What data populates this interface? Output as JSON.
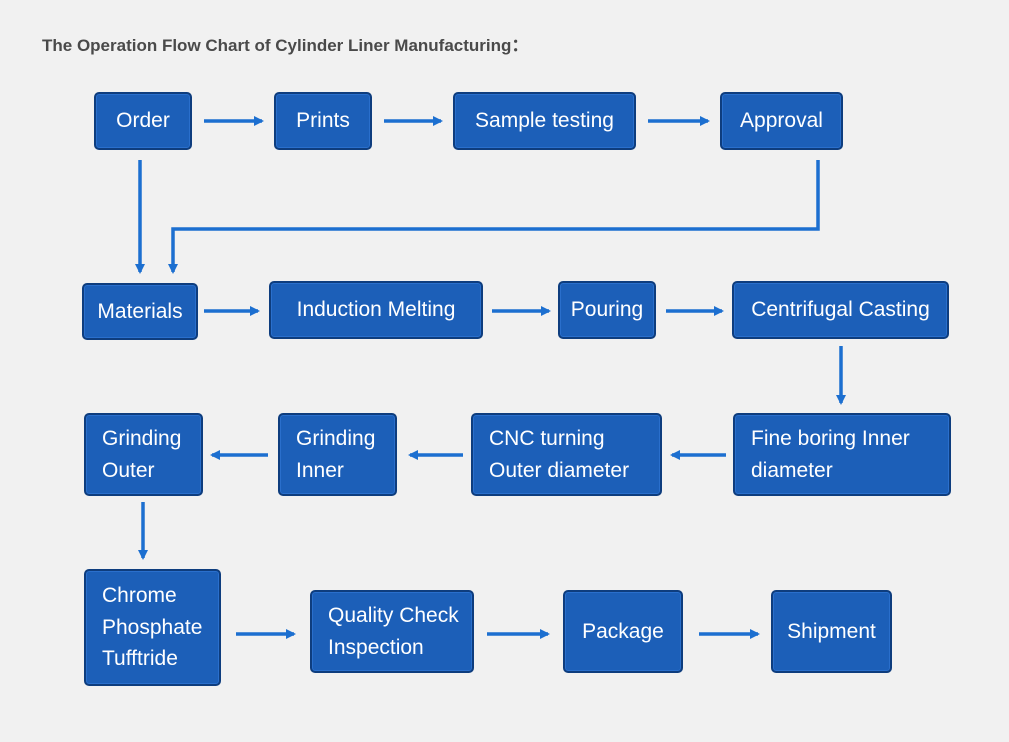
{
  "title": "The Operation Flow Chart of Cylinder Liner Manufacturing：",
  "colors": {
    "box_fill": "#1c5fb8",
    "box_border": "#0e3d7e",
    "arrow": "#1c6fd0",
    "background": "#f1f1f1"
  },
  "steps": {
    "order": "Order",
    "prints": "Prints",
    "sample_testing": "Sample testing",
    "approval": "Approval",
    "materials": "Materials",
    "induction_melting": "Induction Melting",
    "pouring": "Pouring",
    "centrifugal_casting": "Centrifugal Casting",
    "fine_boring": "Fine boring Inner\ndiameter",
    "cnc_turning": "CNC turning\nOuter diameter",
    "grinding_inner": "Grinding\nInner",
    "grinding_outer": "Grinding\nOuter",
    "chrome": "Chrome\nPhosphate\nTufftride",
    "quality_check": "Quality Check\nInspection",
    "package": "Package",
    "shipment": "Shipment"
  }
}
